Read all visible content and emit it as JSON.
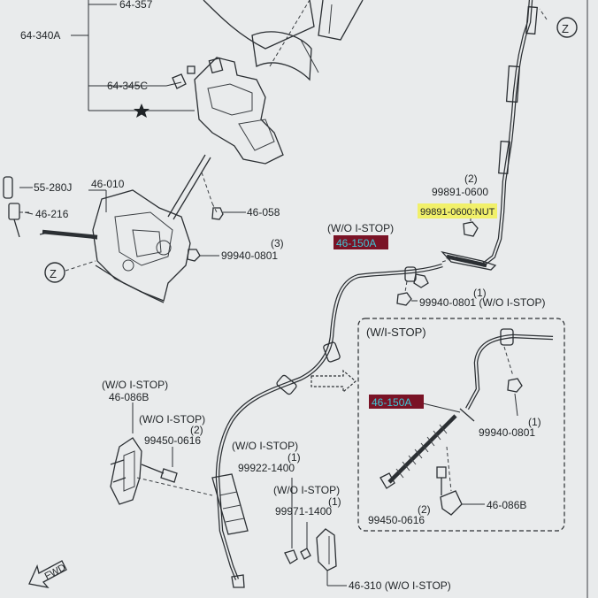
{
  "labels": {
    "p64_357": "64-357",
    "p64_340a": "64-340A",
    "p64_345c": "64-345C",
    "p55_280j": "55-280J",
    "p46_010": "46-010",
    "p46_216": "46-216",
    "p46_058": "46-058",
    "p99940_0801_qty": "(3)",
    "p99940_0801": "99940-0801",
    "z_marker": "Z",
    "z_marker_top": "Z",
    "p99891_qty": "(2)",
    "p99891": "99891-0600",
    "p99891_note": "99891-0600:NUT",
    "wo_istop_top": "(W/O I-STOP)",
    "p46_150a_top": "46-150A",
    "p99940_right_qty": "(1)",
    "p99940_right": "99940-0801 (W/O I-STOP)",
    "wi_istop_box": "(W/I-STOP)",
    "p46_150a_box": "46-150A",
    "p99940_box_qty": "(1)",
    "p99940_box": "99940-0801",
    "p99450_box_qty": "(2)",
    "p99450_box": "99450-0616",
    "p46_086b_box": "46-086B",
    "wo_istop_46086b": "(W/O I-STOP)",
    "p46_086b": "46-086B",
    "wo_istop_99450": "(W/O I-STOP)",
    "p99450_qty": "(2)",
    "p99450": "99450-0616",
    "wo_istop_99922": "(W/O I-STOP)",
    "p99922_qty": "(1)",
    "p99922": "99922-1400",
    "wo_istop_99971": "(W/O I-STOP)",
    "p99971_qty": "(1)",
    "p99971": "99971-1400",
    "p46_310": "46-310 (W/O I-STOP)",
    "fwd": "FWD"
  },
  "colors": {
    "background": "#e9ebec",
    "line": "#2b2f33",
    "highlight_cyan": "#3fc7d6",
    "highlight_red": "#7a1326",
    "highlight_yellow": "#f1f06a"
  },
  "icons": [
    "star-icon",
    "fwd-arrow-icon",
    "transfer-arrow-icon",
    "z-circle-icon"
  ]
}
